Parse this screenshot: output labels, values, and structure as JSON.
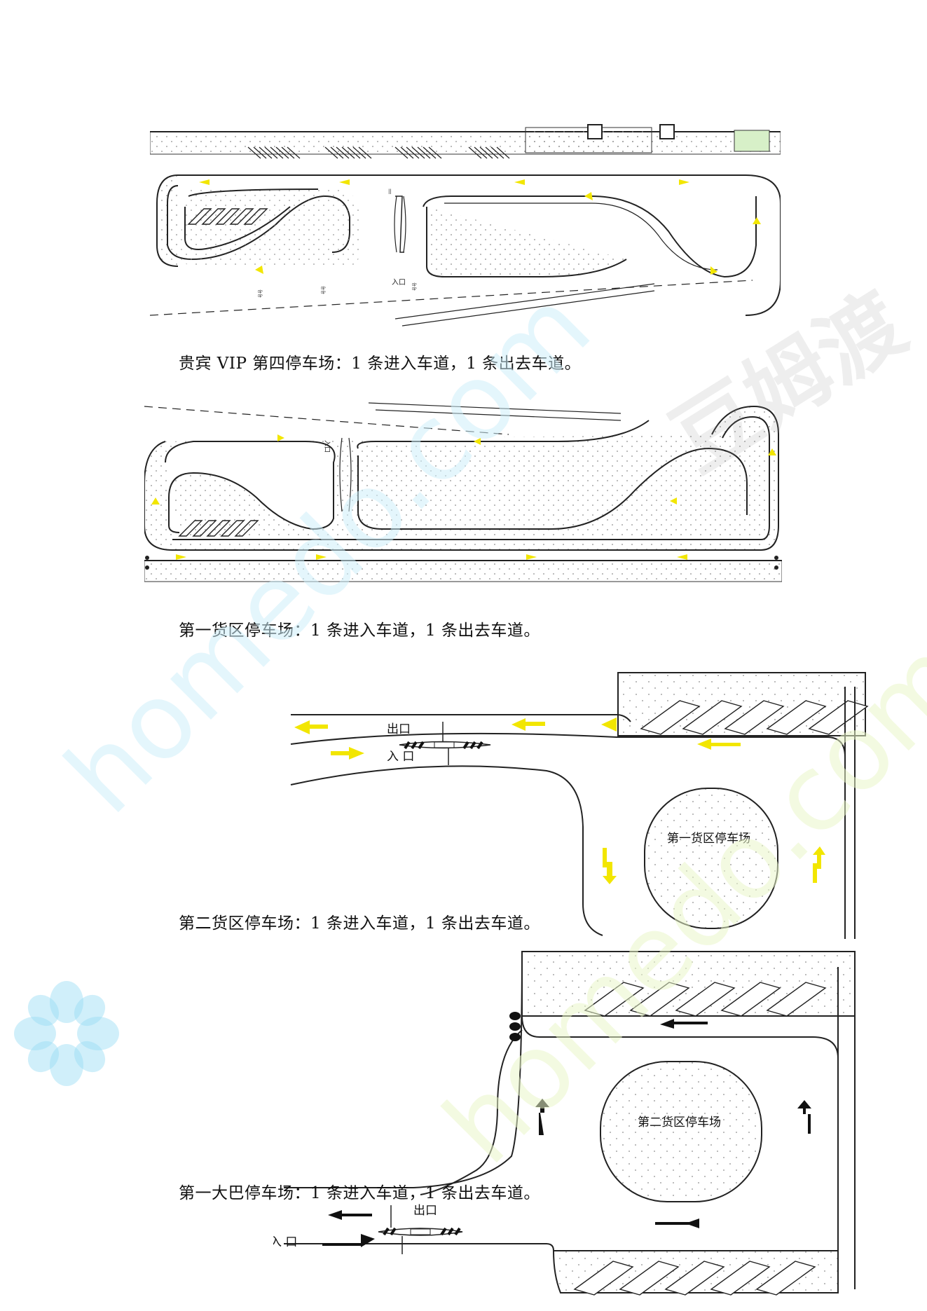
{
  "captions": {
    "c1": "贵宾 VIP 第四停车场：1 条进入车道，1 条出去车道。",
    "c2": "第一货区停车场：1 条进入车道，1 条出去车道。",
    "c3": "第二货区停车场：1 条进入车道，1 条出去车道。",
    "c4": "第一大巴停车场：1 条进入车道，1 条出去车道。"
  },
  "diagram1": {
    "entrance": "入口"
  },
  "diagram2": {
    "entrance": "入口"
  },
  "diagram3": {
    "exit": "出口",
    "entrance": "入 口",
    "lot": "第一货区停车场"
  },
  "diagram4": {
    "exit": "出口",
    "entrance": "入 口",
    "lot": "第二货区停车场"
  },
  "watermark": {
    "cn": "豆姆渡",
    "latin": "homedo.com"
  },
  "colors": {
    "arrow_yellow": "#f2e600",
    "line": "#1a1a1a",
    "dots": "#8c8c8c",
    "watermark_blue": "#cdeefa",
    "watermark_green": "#eaf5c8"
  }
}
